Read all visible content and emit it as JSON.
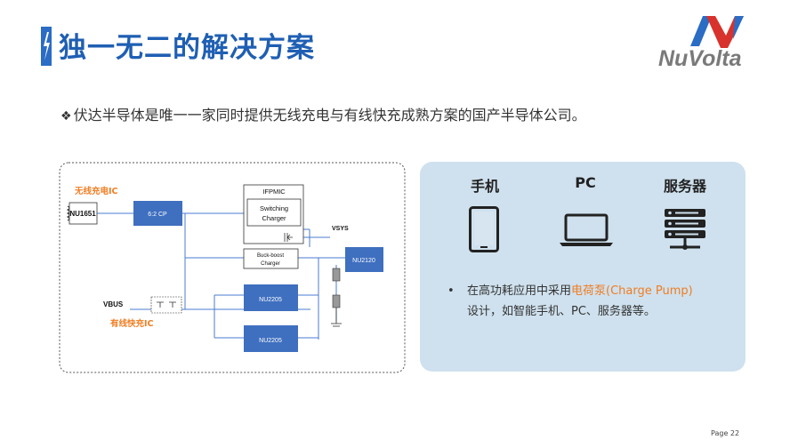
{
  "header": {
    "title": "独一无二的解决方案",
    "brand": "NuVolta",
    "accent_color": "#1f5fb3",
    "brand_color": "#2b6cc4",
    "brand_red": "#d8322d"
  },
  "intro": {
    "bullet_symbol": "❖",
    "text": "伏达半导体是唯一一家同时提供无线充电与有线快充成熟方案的国产半导体公司。"
  },
  "diagram": {
    "wireless_label": "无线充电IC",
    "wired_label": "有线快充IC",
    "nu1651": "NU1651",
    "cp_62": "6:2 CP",
    "ifpmic": "IFPMIC",
    "switching_charger_1": "Switching",
    "switching_charger_2": "Charger",
    "vsys": "VSYS",
    "buck_boost_1": "Buck-boost",
    "buck_boost_2": "Charger",
    "nu2120": "NU2120",
    "vbus": "VBUS",
    "nu2205_a": "NU2205",
    "nu2205_b": "NU2205",
    "label_color": "#f07d22",
    "block_color": "#3f6fbf"
  },
  "devices": {
    "phone": {
      "label": "手机",
      "icon": "smartphone-icon"
    },
    "pc": {
      "label": "PC",
      "icon": "laptop-icon"
    },
    "server": {
      "label": "服务器",
      "icon": "server-icon"
    }
  },
  "description": {
    "bullet": "•",
    "prefix": "在高功耗应用中采用",
    "highlight": "电荷泵(Charge Pump)",
    "suffix": "设计，如智能手机、PC、服务器等。"
  },
  "footer": {
    "page": "Page 22"
  }
}
